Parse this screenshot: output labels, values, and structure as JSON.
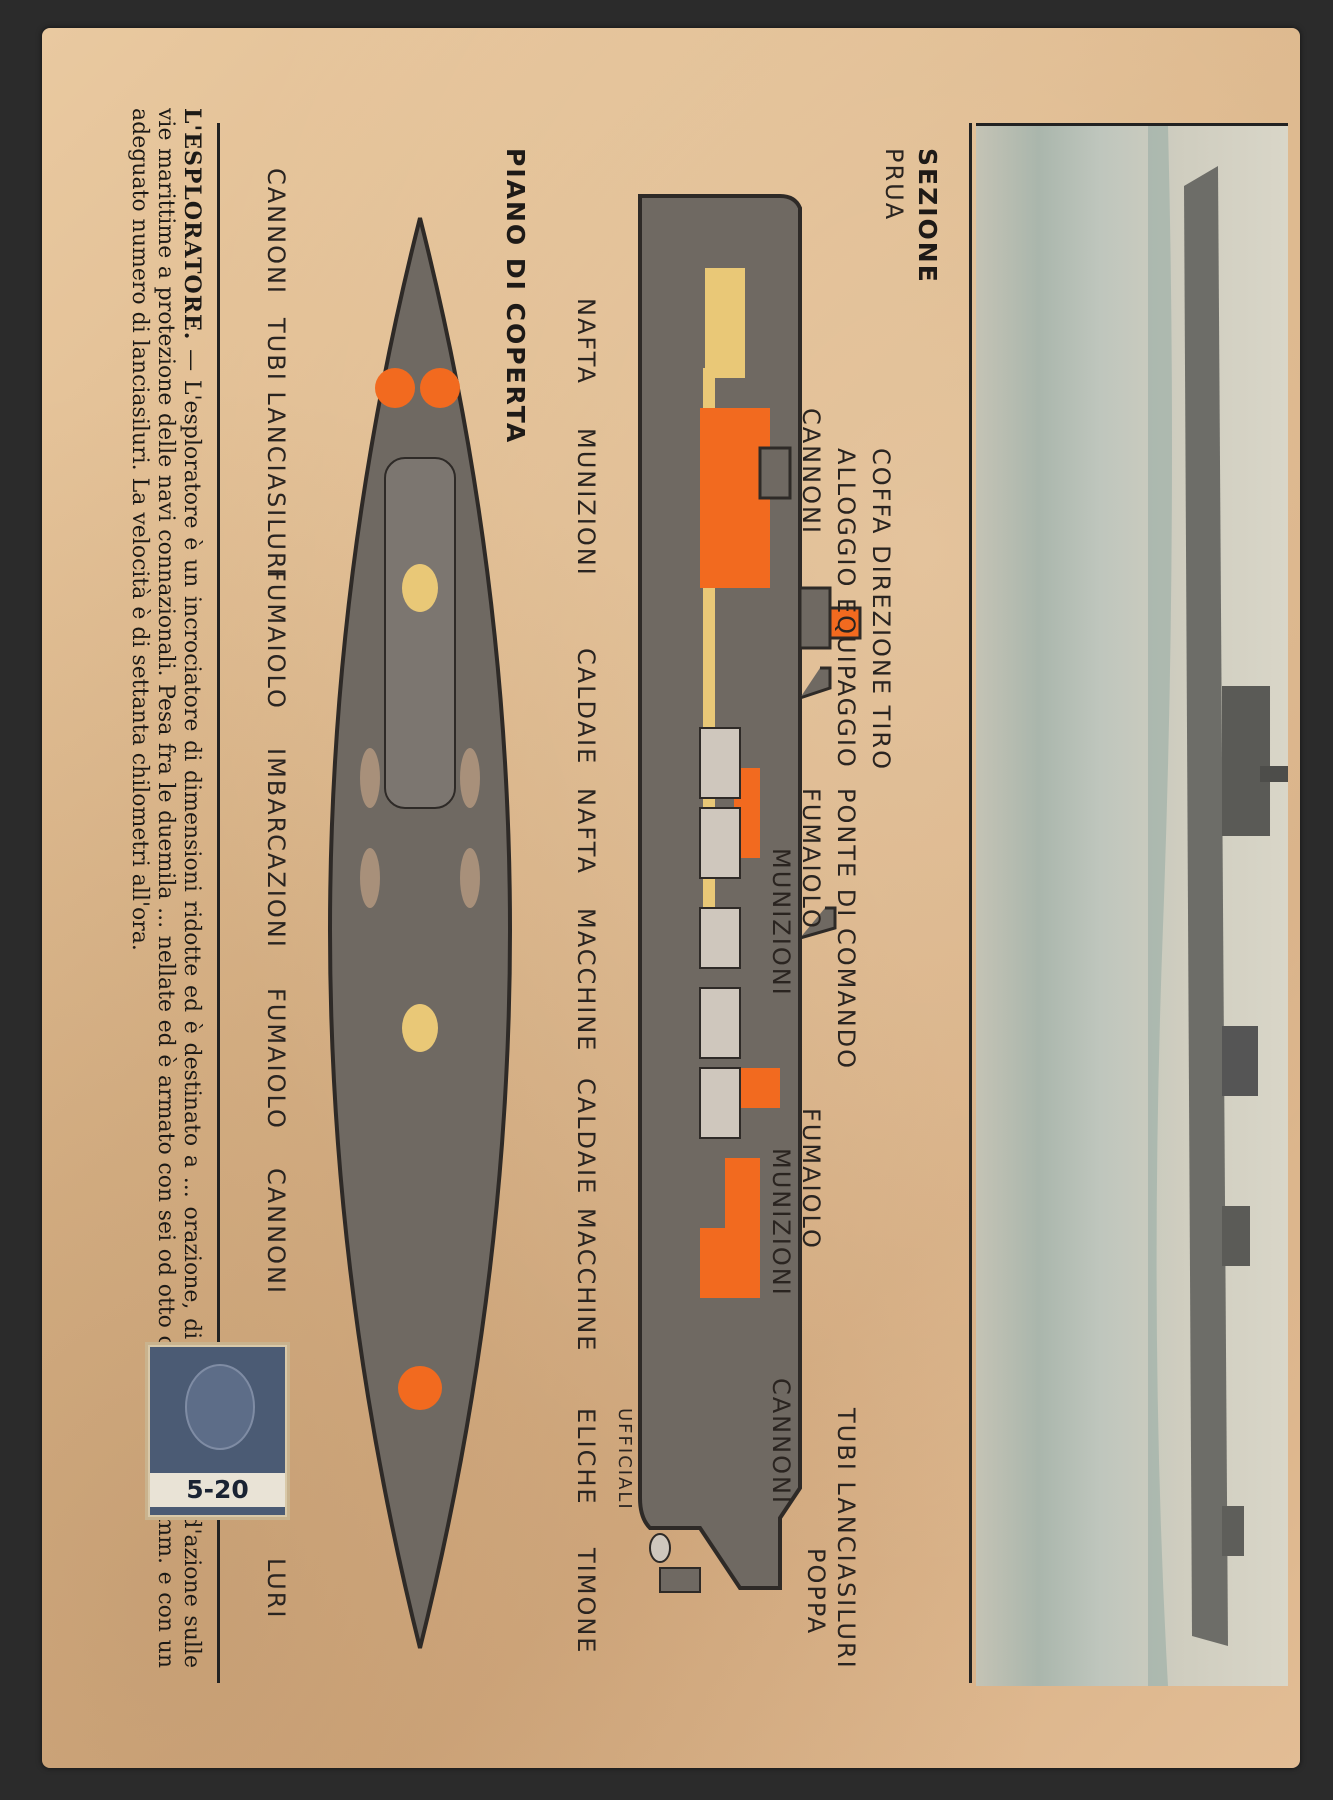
{
  "section_title": "SEZIONE",
  "prua": "PRUA",
  "poppa": "POPPA",
  "deck_title": "PIANO DI COPERTA",
  "section_labels": {
    "alloggio": "ALLOGGIO EQUIPAGGIO",
    "coffa": "COFFA DIREZIONE TIRO",
    "cannoni_top": "CANNONI",
    "ponte": "PONTE DI COMANDO",
    "fumaiolo1": "FUMAIOLO",
    "munizioni1": "MUNIZIONI",
    "fumaiolo2": "FUMAIOLO",
    "munizioni2": "MUNIZIONI",
    "tubi": "TUBI LANCIASILURI",
    "cannoni_aft": "CANNONI",
    "nafta1": "NAFTA",
    "munizioni_bottom": "MUNIZIONI",
    "caldaie1": "CALDAIE",
    "nafta2": "NAFTA",
    "macchine1": "MACCHINE",
    "caldaie2": "CALDAIE",
    "macchine2": "MACCHINE",
    "eliche": "ELICHE",
    "timone": "TIMONE",
    "ufficiali": "UFFICIALI"
  },
  "deck_labels": {
    "cannoni1": "CANNONI",
    "tubi1": "TUBI LANCIASILURI",
    "fumaiolo1": "FUMAIOLO",
    "imbarcazioni": "IMBARCAZIONI",
    "fumaiolo2": "FUMAIOLO",
    "cannoni2": "CANNONI",
    "luri": "LURI"
  },
  "text": {
    "heading": "L'ESPLORATORE.",
    "body": " — L'esploratore è un incrociatore di dimensioni ridotte ed è destinato a ... orazione, di collegament... d'azione sulle vie marittime a protezione delle navi connazionali. Pesa fra le duemila ... nellate ed è armato con sei od otto canno... da 120 mm. e con un adeguato numero di lanciasiluri. La velocità è di settanta chilometri all'ora."
  },
  "stamp": {
    "value": "5-20"
  },
  "colors": {
    "paper": "#e2bd95",
    "hull": "#6f6962",
    "orange": "#f26a1f",
    "yellow": "#e9c877",
    "ink": "#2a2420"
  }
}
